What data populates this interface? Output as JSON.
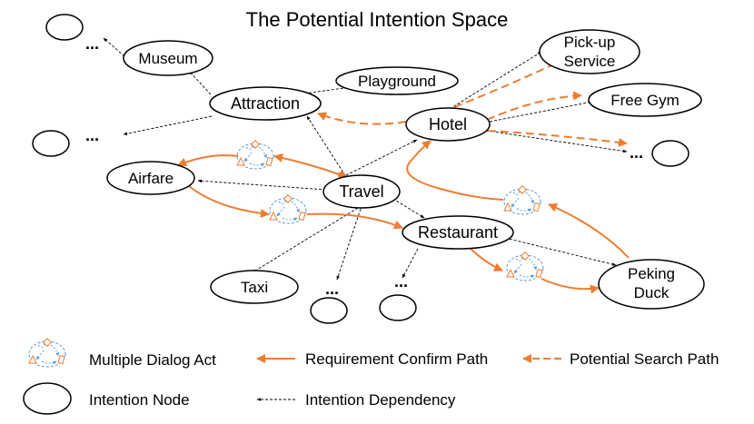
{
  "title": "The Potential Intention Space",
  "nodes": {
    "museum": "Museum",
    "playground": "Playground",
    "attraction": "Attraction",
    "pickup_line1": "Pick-up",
    "pickup_line2": "Service",
    "free_gym": "Free Gym",
    "hotel": "Hotel",
    "airfare": "Airfare",
    "travel": "Travel",
    "restaurant": "Restaurant",
    "taxi": "Taxi",
    "peking_line1": "Peking",
    "peking_line2": "Duck"
  },
  "ellipsis": "...",
  "legend": {
    "multiple_dialog_act": "Multiple Dialog Act",
    "requirement_confirm_path": "Requirement Confirm Path",
    "potential_search_path": "Potential Search Path",
    "intention_node": "Intention Node",
    "intention_dependency": "Intention Dependency"
  },
  "colors": {
    "orange": "#ED7D31",
    "blue": "#5B9BD5",
    "black": "#000000"
  }
}
